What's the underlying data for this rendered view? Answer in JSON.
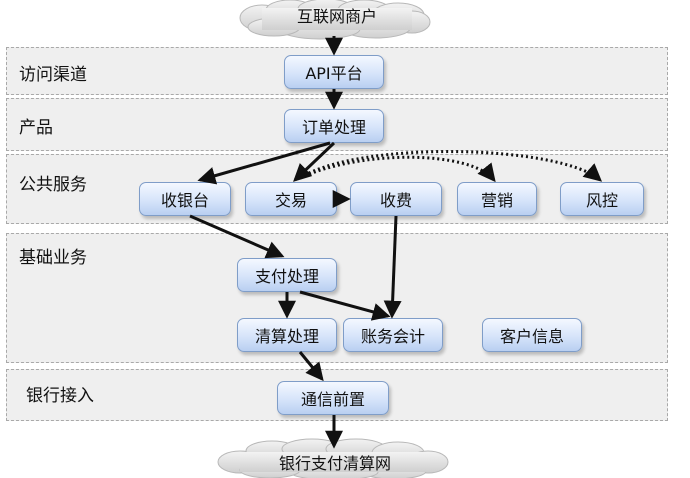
{
  "clouds": {
    "top": "互联网商户",
    "bottom": "银行支付清算网"
  },
  "layers": {
    "access": "访问渠道",
    "product": "产品",
    "public_service": "公共服务",
    "basic_business": "基础业务",
    "bank_access": "银行接入"
  },
  "nodes": {
    "api_platform": "API平台",
    "order_processing": "订单处理",
    "cashier": "收银台",
    "transaction": "交易",
    "charging": "收费",
    "marketing": "营销",
    "risk_control": "风控",
    "payment_processing": "支付处理",
    "clearing_processing": "清算处理",
    "account_accounting": "账务会计",
    "customer_info": "客户信息",
    "communication_frontend": "通信前置"
  },
  "colors": {
    "node_border": "#7f9dc8",
    "node_fill": "#d6e4fa",
    "layer_fill": "#efefef",
    "cloud_fill": "#e0e0e0",
    "arrow": "#111111"
  }
}
